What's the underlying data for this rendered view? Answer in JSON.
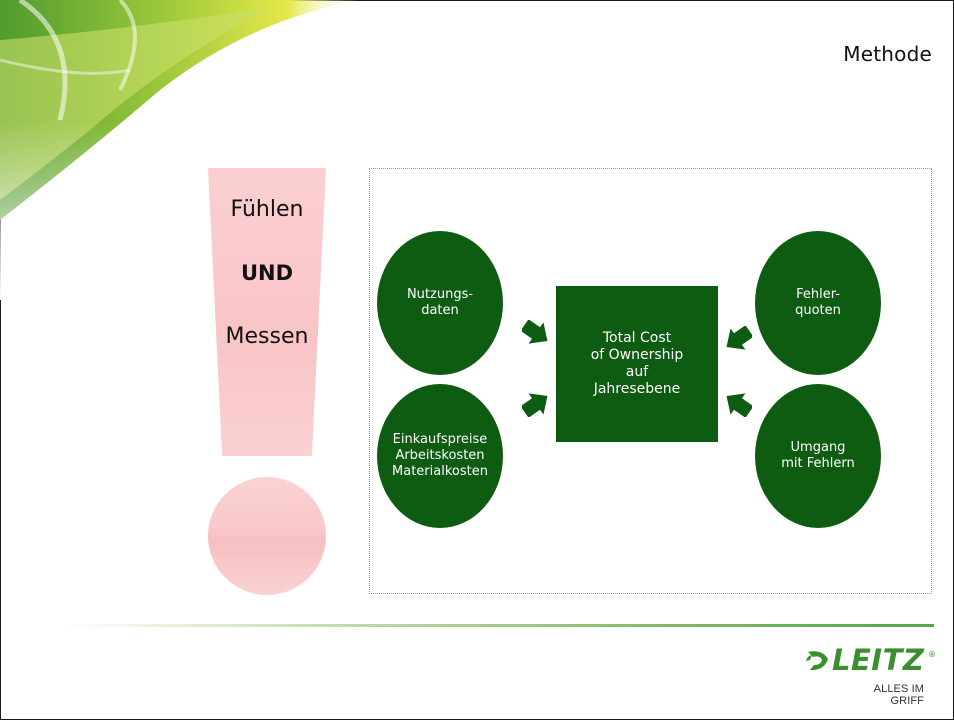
{
  "slide": {
    "title": "Methode"
  },
  "exclamation": {
    "words": [
      "Fühlen",
      "UND",
      "Messen"
    ]
  },
  "diagram": {
    "left_top": "Nutzungs-\ndaten",
    "left_bottom": "Einkaufspreise\nArbeitskosten\nMaterialkosten",
    "right_top": "Fehler-\nquoten",
    "right_bottom": "Umgang\nmit Fehlern",
    "center": "Total Cost\nof Ownership\nauf\nJahresebene"
  },
  "logo": {
    "brand": "LEITZ",
    "registered": "®",
    "tagline": "ALLES IM GRIFF"
  },
  "colors": {
    "circle_green": "#0d5c12",
    "logo_green": "#3c8f2f",
    "exclamation_pink": "#f9c5c7"
  }
}
